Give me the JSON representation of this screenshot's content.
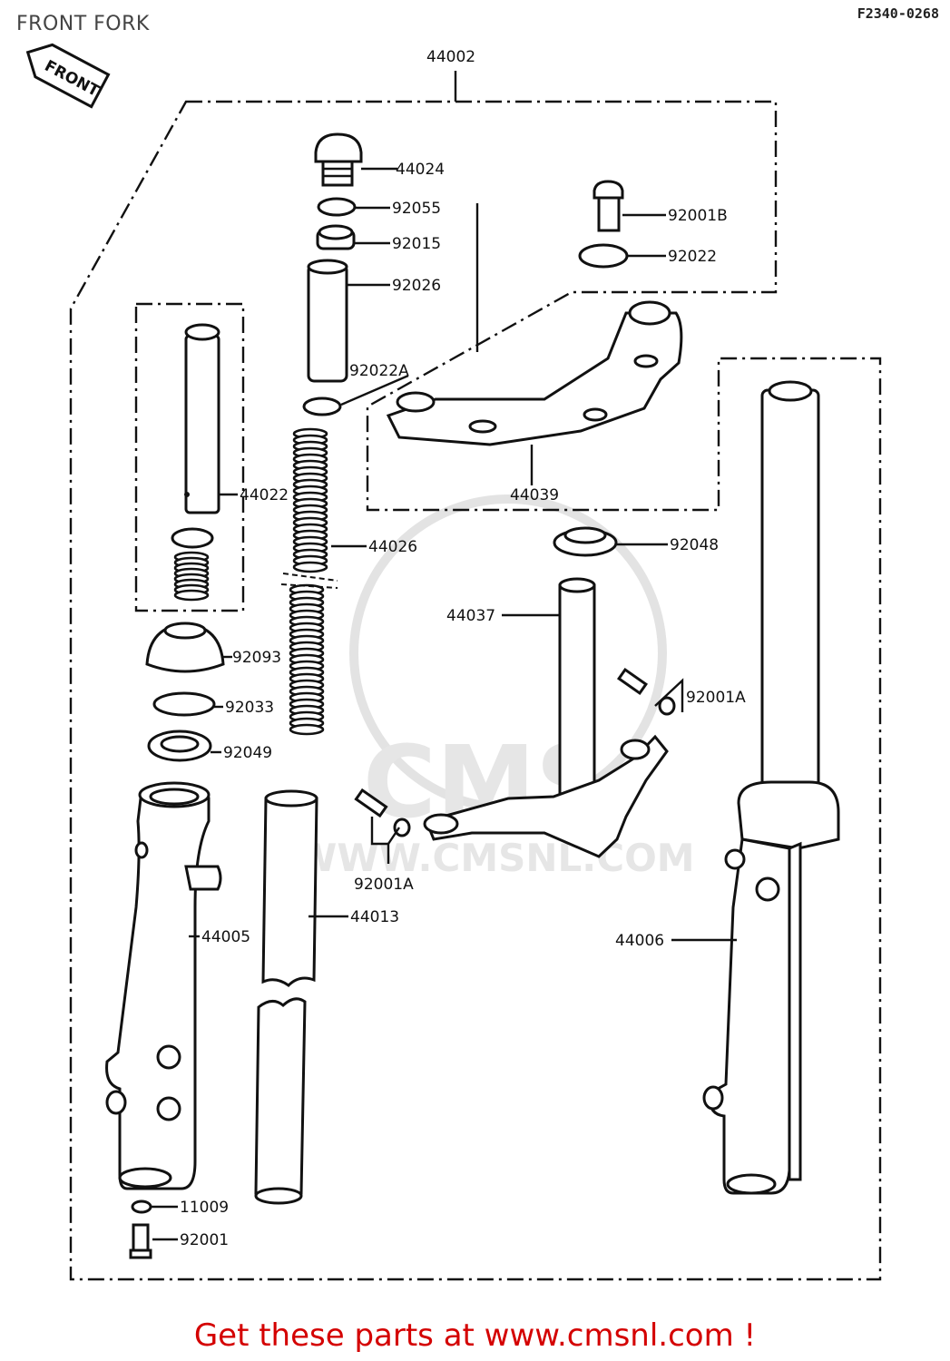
{
  "page": {
    "title": "FRONT FORK",
    "diagram_code": "F2340-0268",
    "front_tag": "FRONT",
    "footer_text": "Get these parts at www.cmsnl.com !",
    "watermark_text": "WWW.CMSNL.COM",
    "watermark_logo": "CMS"
  },
  "parts": {
    "p44002": "44002",
    "p44024": "44024",
    "p92055": "92055",
    "p92015": "92015",
    "p92026": "92026",
    "p92001B": "92001B",
    "p92022": "92022",
    "p92022A": "92022A",
    "p44022": "44022",
    "p44026": "44026",
    "p44039": "44039",
    "p92048": "92048",
    "p44037": "44037",
    "p92001A_r": "92001A",
    "p92093": "92093",
    "p92033": "92033",
    "p92049": "92049",
    "p92001A_b": "92001A",
    "p44013": "44013",
    "p44005": "44005",
    "p44006": "44006",
    "p11009": "11009",
    "p92001": "92001"
  },
  "colors": {
    "footer": "#d40000",
    "line": "#111111",
    "watermark": "#e3e3e3"
  }
}
